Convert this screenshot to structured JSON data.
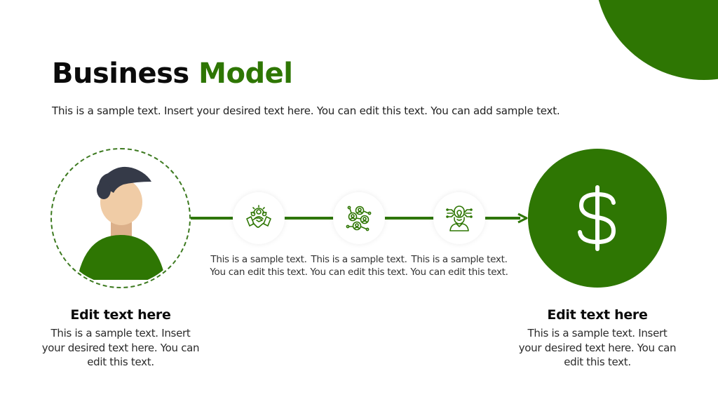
{
  "header": {
    "title_part1": "Business",
    "title_part2": "Model",
    "subtitle": "This is a sample text. Insert your desired text here. You can edit this text. You can add sample text."
  },
  "colors": {
    "accent": "#2e7603",
    "title": "#0b0b0b",
    "hair": "#353a48",
    "skin": "#f0cca6",
    "neck": "#dcb08a"
  },
  "diagram": {
    "start": {
      "icon": "person-avatar-icon",
      "title": "Edit text here",
      "text": "This is a sample text. Insert your desired text here. You can edit this text."
    },
    "steps": [
      {
        "icon": "teamwork-handshake-icon",
        "text": "This is a sample text. You can edit this text."
      },
      {
        "icon": "network-people-icon",
        "text": "This is a sample text. You can edit this text."
      },
      {
        "icon": "innovator-idea-icon",
        "text": "This is a sample text. You can edit this text."
      }
    ],
    "end": {
      "icon": "dollar-icon",
      "title": "Edit text here",
      "text": "This is a sample text. Insert your desired text here. You can edit this text."
    }
  }
}
